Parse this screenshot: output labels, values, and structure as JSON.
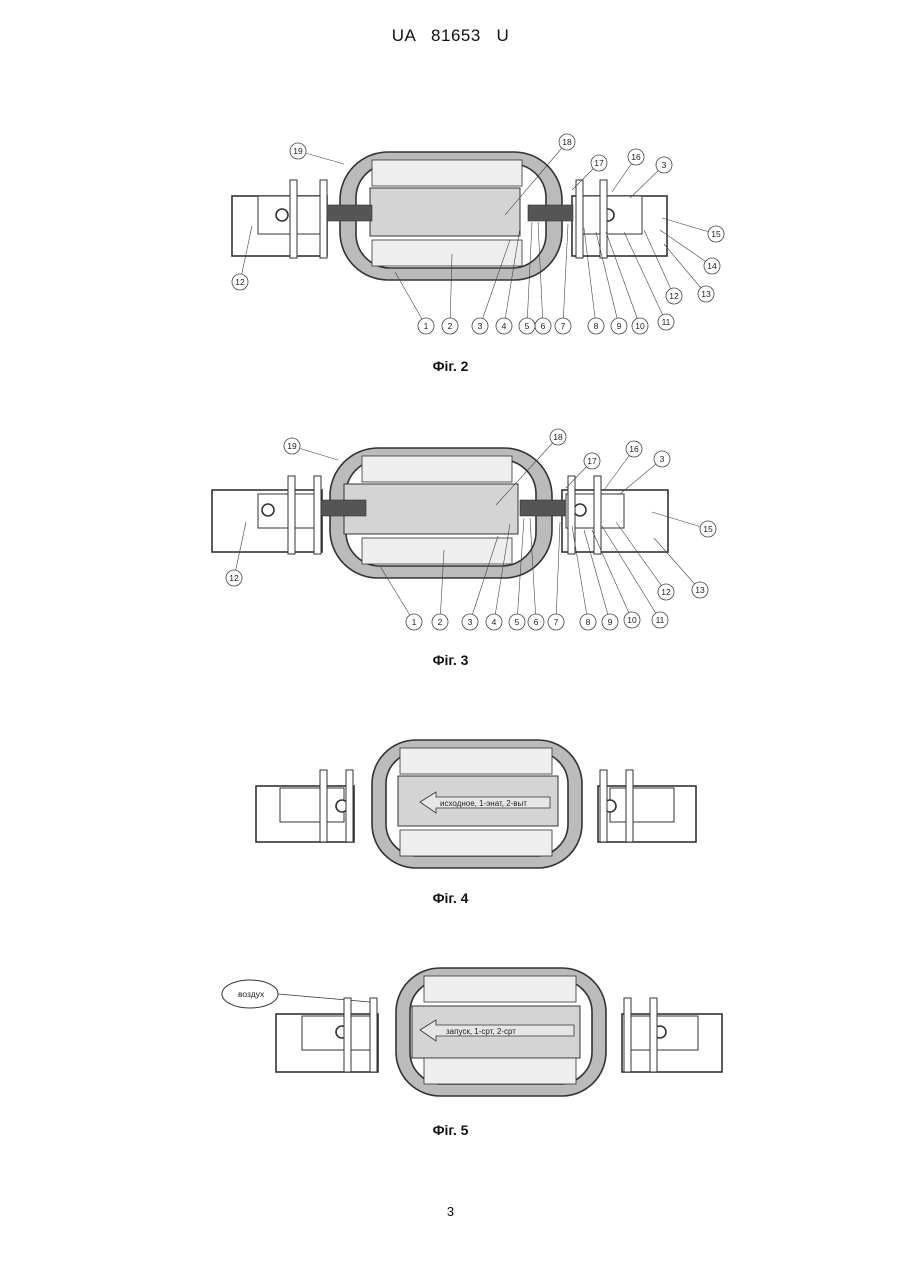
{
  "header": {
    "text": "UA   81653   U"
  },
  "figures": [
    {
      "caption": "Фіг. 2",
      "callouts": [
        "1",
        "2",
        "3",
        "4",
        "5",
        "6",
        "7",
        "8",
        "9",
        "10",
        "11",
        "12",
        "12",
        "13",
        "14",
        "15",
        "16",
        "3",
        "17",
        "18",
        "19"
      ]
    },
    {
      "caption": "Фіг. 3",
      "callouts": [
        "1",
        "2",
        "3",
        "4",
        "5",
        "6",
        "7",
        "8",
        "9",
        "10",
        "11",
        "12",
        "12",
        "13",
        "15",
        "16",
        "3",
        "17",
        "18",
        "19"
      ]
    },
    {
      "caption": "Фіг. 4",
      "flow_label": "исходное, 1-энат, 2-выт"
    },
    {
      "caption": "Фіг. 5",
      "air_label": "воздух",
      "flow_label": "запуск, 1-срт, 2-срт"
    }
  ],
  "page_number": "3"
}
